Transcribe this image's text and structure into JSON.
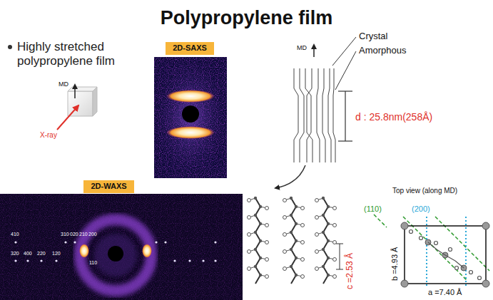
{
  "diagram": {
    "title": "Polypropylene film",
    "nodes": [
      {
        "text": [
          "2D-SAXS"
        ]
      },
      {
        "text": [
          "2D-WAXS"
        ]
      }
    ],
    "labels": [
      "Highly stretched polypropylene film",
      "MD",
      "X-ray",
      "MD",
      "Crystal",
      "Amorphous",
      "d : 25.8nm(258Å)",
      "410",
      "310",
      "020",
      "210",
      "200",
      "320",
      "400",
      "220",
      "120",
      "110",
      "c =2.53 Å",
      "Top view (along MD)",
      "(110)",
      "(200)",
      "b =4.93 Å",
      "a =7.40 Å"
    ]
  }
}
